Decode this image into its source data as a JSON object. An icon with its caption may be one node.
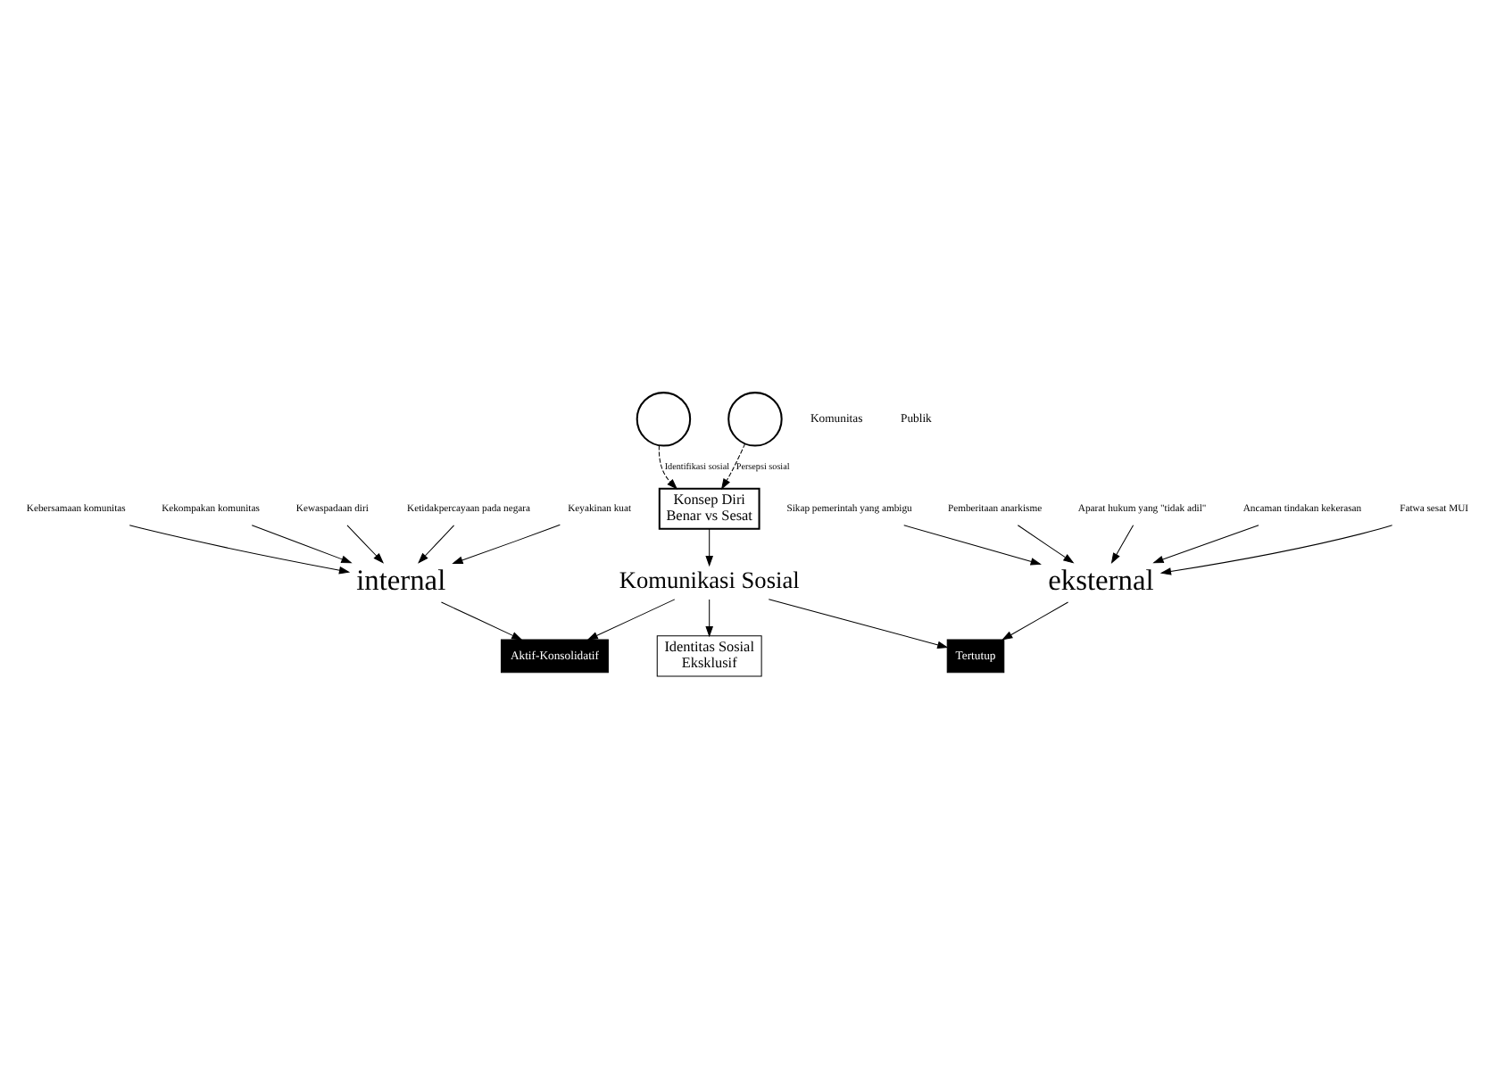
{
  "diagram": {
    "nodes": [
      {
        "text": [
          "Konsep Diri",
          "Benar vs Sesat"
        ]
      },
      {
        "text": [
          "Identitas Sosial",
          "Eksklusif"
        ]
      },
      {
        "text": [
          "Komunikasi Sosial"
        ]
      },
      {
        "text": [
          "Aktif-Konsolidatif"
        ]
      },
      {
        "text": [
          "Tertutup"
        ]
      },
      {
        "text": [],
        "shape": "circle"
      },
      {
        "text": [
          "internal"
        ]
      },
      {
        "text": [
          "Keyakinan kuat"
        ]
      },
      {
        "text": [
          "Kebersamaan komunitas"
        ]
      },
      {
        "text": [
          "Kekompakan komunitas"
        ]
      },
      {
        "text": [
          "Kewaspadaan diri"
        ]
      },
      {
        "text": [
          "Ketidakpercayaan pada negara"
        ]
      },
      {
        "text": [],
        "shape": "circle"
      },
      {
        "text": [
          "eksternal"
        ]
      },
      {
        "text": [
          "Fatwa sesat MUI"
        ]
      },
      {
        "text": [
          "Sikap pemerintah yang ambigu"
        ]
      },
      {
        "text": [
          "Pemberitaan anarkisme"
        ]
      },
      {
        "text": [
          "Aparat hukum yang \"tidak adil\""
        ]
      },
      {
        "text": [
          "Ancaman tindakan kekerasan"
        ]
      }
    ],
    "edges": [
      {
        "from": 5,
        "to": 0,
        "arrow": "to",
        "style": "dashed",
        "label": "Identifikasi sosial"
      },
      {
        "from": 12,
        "to": 0,
        "arrow": "to",
        "style": "dashed",
        "label": "Persepsi sosial"
      },
      {
        "from": 0,
        "to": 2,
        "arrow": "to"
      },
      {
        "from": 7,
        "to": 6,
        "arrow": "to"
      },
      {
        "from": 8,
        "to": 6,
        "arrow": "to"
      },
      {
        "from": 9,
        "to": 6,
        "arrow": "to"
      },
      {
        "from": 10,
        "to": 6,
        "arrow": "to"
      },
      {
        "from": 11,
        "to": 6,
        "arrow": "to"
      },
      {
        "from": 6,
        "to": 3,
        "arrow": "to"
      },
      {
        "from": 2,
        "to": 3,
        "arrow": "to"
      },
      {
        "from": 2,
        "to": 4,
        "arrow": "to"
      },
      {
        "from": 14,
        "to": 13,
        "arrow": "to"
      },
      {
        "from": 15,
        "to": 13,
        "arrow": "to"
      },
      {
        "from": 16,
        "to": 13,
        "arrow": "to"
      },
      {
        "from": 17,
        "to": 13,
        "arrow": "to"
      },
      {
        "from": 18,
        "to": 13,
        "arrow": "to"
      },
      {
        "from": 13,
        "to": 4,
        "arrow": "to"
      },
      {
        "from": 2,
        "to": 1,
        "arrow": "to"
      }
    ],
    "labels": [
      "Komunitas",
      "Publik"
    ]
  }
}
